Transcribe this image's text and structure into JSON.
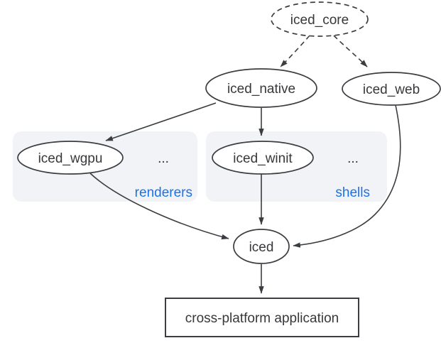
{
  "diagram": {
    "nodes": {
      "iced_core": {
        "label": "iced_core"
      },
      "iced_native": {
        "label": "iced_native"
      },
      "iced_web": {
        "label": "iced_web"
      },
      "iced_wgpu": {
        "label": "iced_wgpu"
      },
      "iced_winit": {
        "label": "iced_winit"
      },
      "iced": {
        "label": "iced"
      },
      "app": {
        "label": "cross-platform application"
      }
    },
    "groups": {
      "renderers": {
        "label": "renderers",
        "ellipsis": "..."
      },
      "shells": {
        "label": "shells",
        "ellipsis": "..."
      }
    },
    "colors": {
      "stroke": "#3a3d41",
      "node_text": "#36383b",
      "group_label_blue": "#1a73e8",
      "group_box_fill": "#f1f3f7",
      "node_fill": "#ffffff",
      "background": "#ffffff"
    }
  }
}
